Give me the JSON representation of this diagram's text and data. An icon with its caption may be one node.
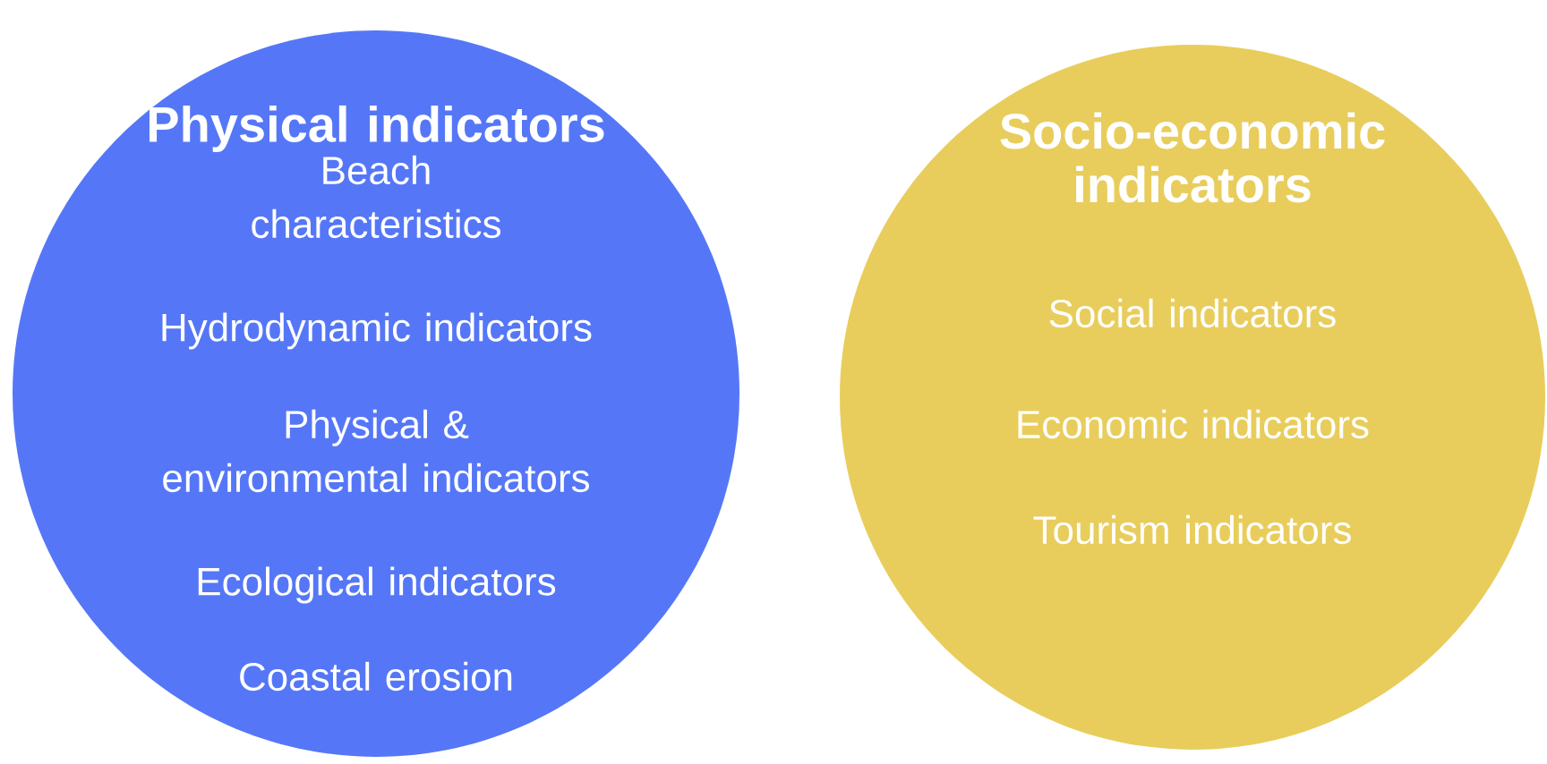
{
  "diagram": {
    "nodes": [
      {
        "text": [
          "Physical indicators",
          "Beach characteristics",
          "Hydrodynamic indicators",
          "Physical & environmental indicators",
          "Ecological indicators",
          "Coastal erosion"
        ]
      },
      {
        "text": [
          "Socio-economic indicators",
          "Social indicators",
          "Economic indicators",
          "Tourism indicators"
        ]
      }
    ]
  }
}
